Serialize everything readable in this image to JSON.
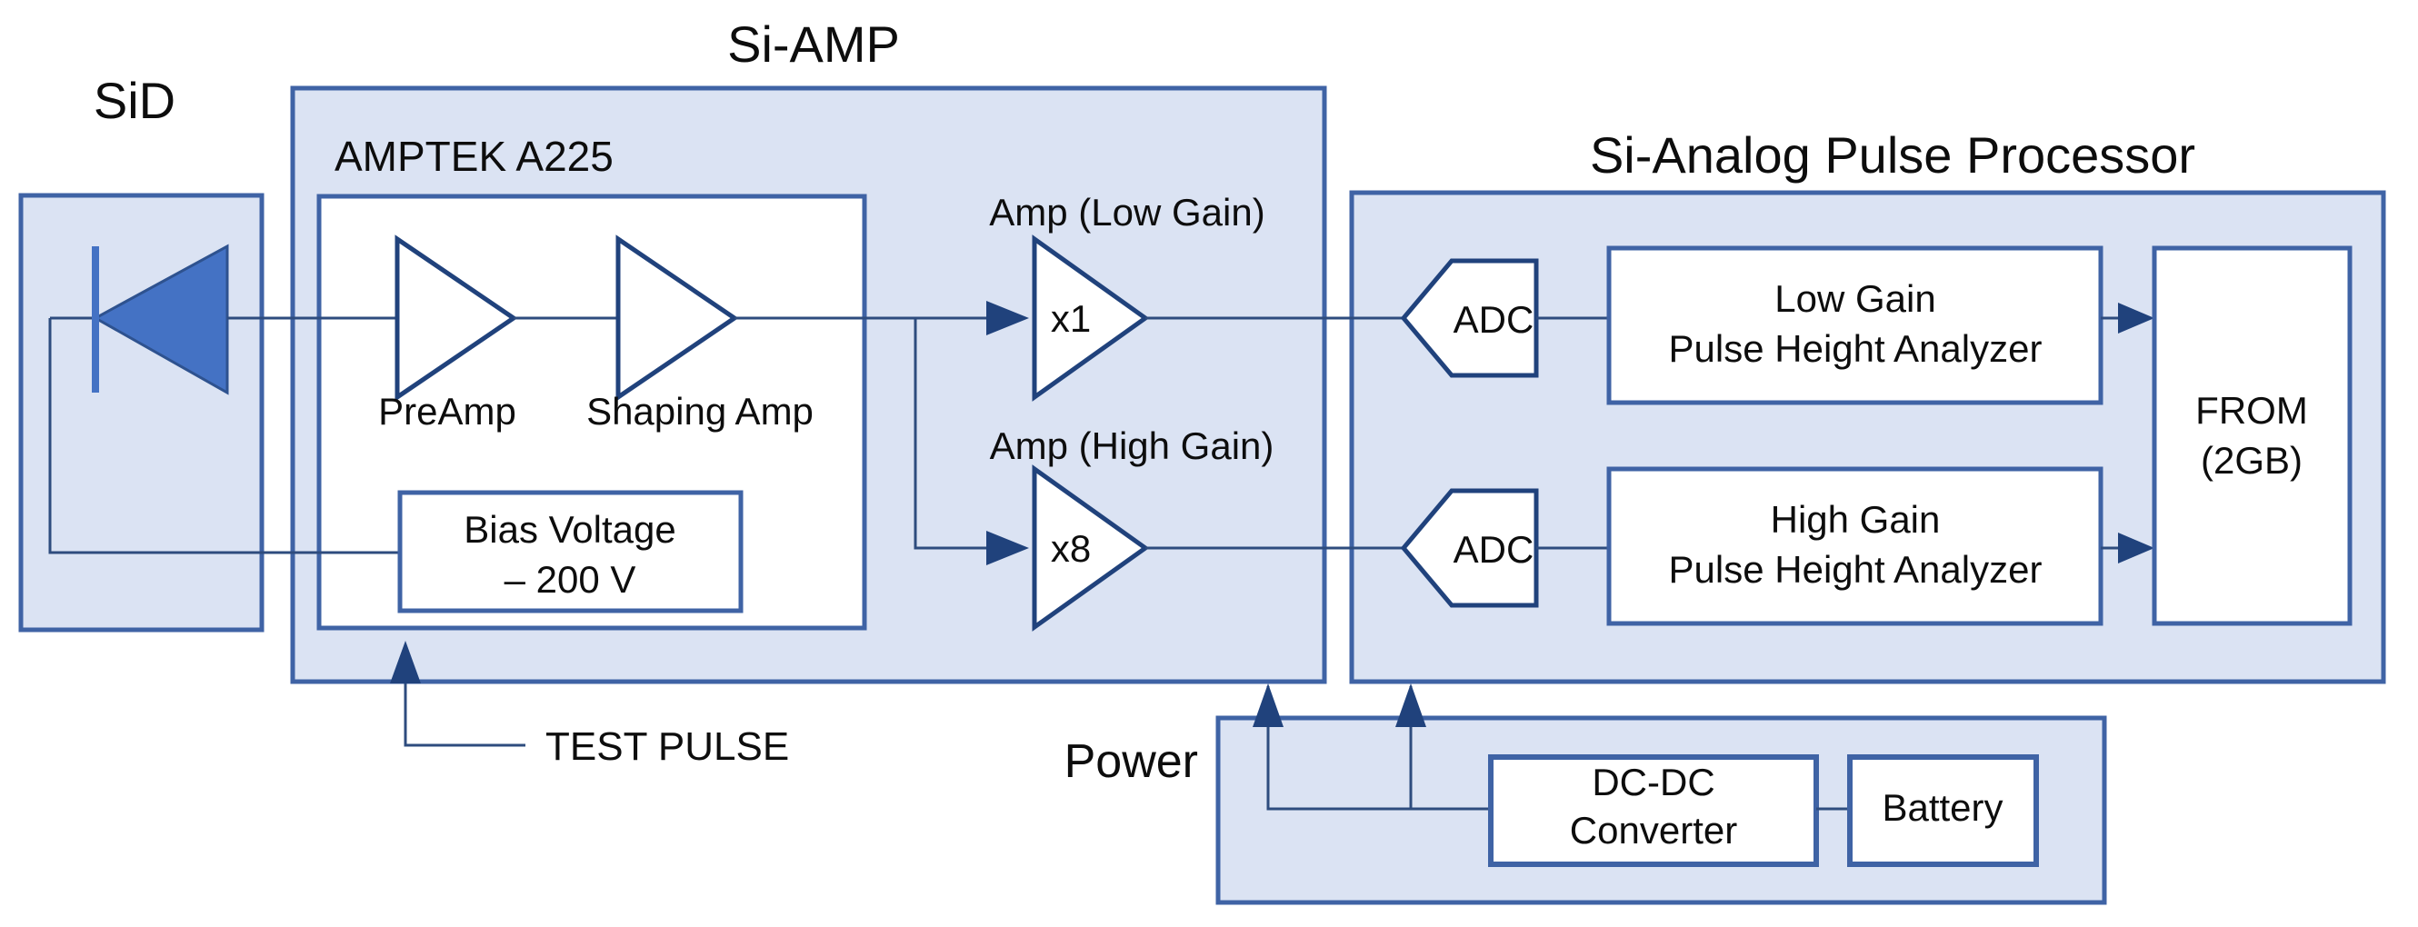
{
  "titles": {
    "sid": "SiD",
    "si_amp": "Si-AMP",
    "pulse_processor": "Si-Analog Pulse Processor",
    "power": "Power"
  },
  "groups": {
    "amptek": {
      "label": "AMPTEK A225"
    }
  },
  "si_amp": {
    "preamp": {
      "caption": "PreAmp",
      "icon": "amplifier-triangle-icon"
    },
    "shaping_amp": {
      "caption": "Shaping Amp",
      "icon": "amplifier-triangle-icon"
    },
    "bias_voltage": {
      "line1": "Bias Voltage",
      "line2": "– 200 V"
    },
    "amp_low_gain": {
      "caption": "Amp (Low Gain)",
      "gain": "x1"
    },
    "amp_high_gain": {
      "caption": "Amp (High Gain)",
      "gain": "x8"
    },
    "test_pulse": {
      "label": "TEST PULSE"
    }
  },
  "pulse_processor": {
    "adc_low": {
      "label": "ADC"
    },
    "adc_high": {
      "label": "ADC"
    },
    "pha_low": {
      "line1": "Low Gain",
      "line2": "Pulse Height Analyzer"
    },
    "pha_high": {
      "line1": "High Gain",
      "line2": "Pulse Height Analyzer"
    },
    "memory": {
      "line1": "FROM",
      "line2": "(2GB)"
    }
  },
  "power": {
    "dcdc": {
      "line1": "DC-DC",
      "line2": "Converter"
    },
    "battery": {
      "label": "Battery"
    }
  },
  "colors": {
    "group_fill": "#dbe3f3",
    "group_border": "#3f63a5",
    "node_fill": "#ffffff",
    "node_border": "#3f63a5",
    "wire": "#2e4c7e",
    "symbol_stroke": "#20427c",
    "diode_fill": "#4472c4",
    "text": "#0d0d0d",
    "background": "#ffffff"
  }
}
